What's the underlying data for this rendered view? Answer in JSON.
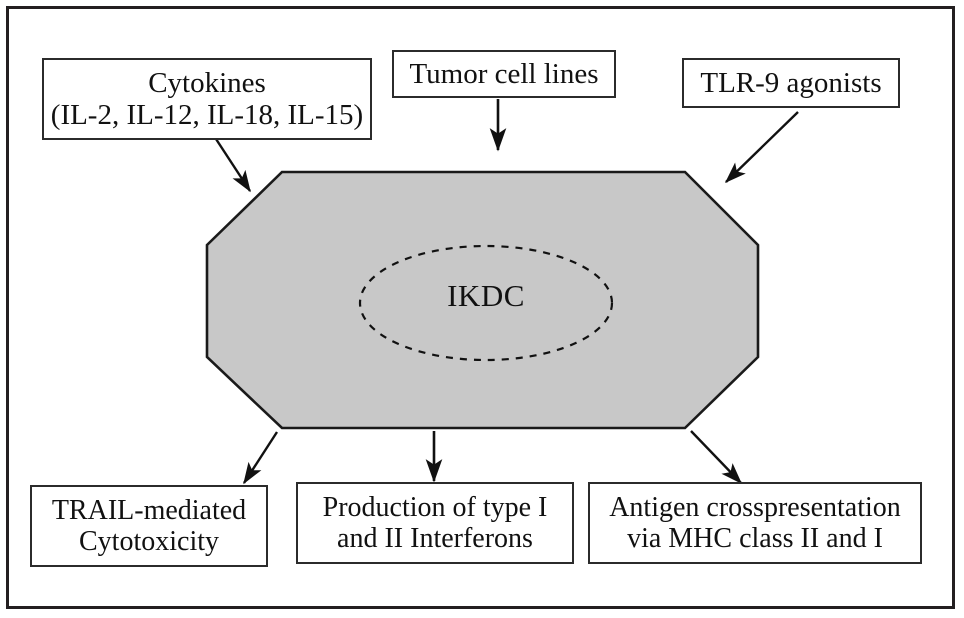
{
  "figure": {
    "type": "flow-diagram",
    "frame_border_color": "#231f20",
    "background_color": "#ffffff"
  },
  "center": {
    "shape": "octagon",
    "fill_color": "#c8c8c8",
    "stroke_color": "#1a1a1a",
    "inner_shape": "dashed-ellipse",
    "label": "IKDC"
  },
  "inputs": [
    {
      "id": "cytokines",
      "label": "Cytokines\n(IL-2, IL-12, IL-18, IL-15)",
      "arrow": "diagonal-down-right"
    },
    {
      "id": "tumor-cell-lines",
      "label": "Tumor cell lines",
      "arrow": "vertical-down"
    },
    {
      "id": "tlr9-agonists",
      "label": "TLR-9 agonists",
      "arrow": "diagonal-down-left"
    }
  ],
  "outputs": [
    {
      "id": "trail-mediated-cytotoxicity",
      "label": "TRAIL-mediated\nCytotoxicity",
      "arrow": "diagonal-down-left"
    },
    {
      "id": "interferon-production",
      "label": "Production of type I\nand II Interferons",
      "arrow": "vertical-down"
    },
    {
      "id": "antigen-crosspresentation",
      "label": "Antigen crosspresentation\nvia MHC class II and I",
      "arrow": "diagonal-down-right"
    }
  ]
}
